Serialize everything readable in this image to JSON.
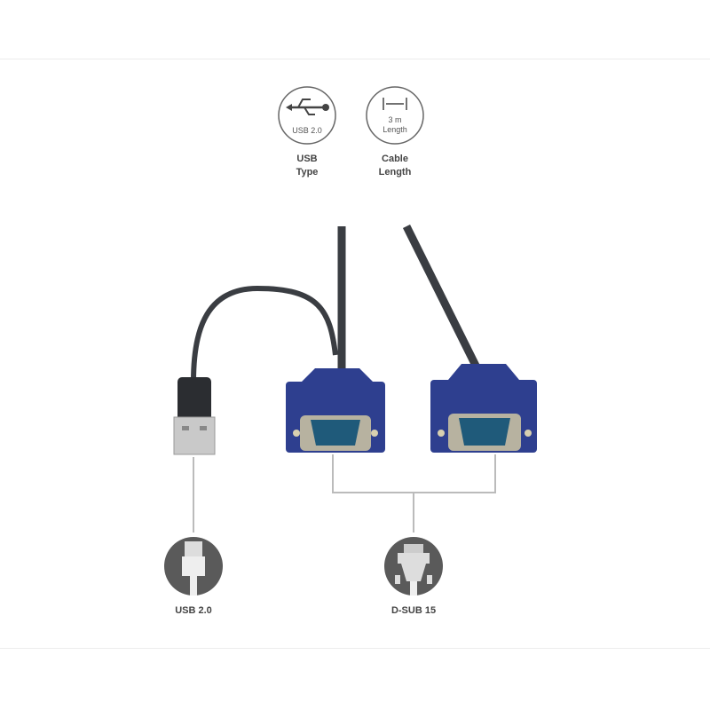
{
  "features": [
    {
      "icon": "usb-icon",
      "icon_text": "USB 2.0",
      "label_line1": "USB",
      "label_line2": "Type"
    },
    {
      "icon": "cable-length-icon",
      "icon_text_line1": "3 m",
      "icon_text_line2": "Length",
      "label_line1": "Cable",
      "label_line2": "Length"
    }
  ],
  "connectors": [
    {
      "icon": "usb-plug-icon",
      "label": "USB 2.0"
    },
    {
      "icon": "dsub-plug-icon",
      "label": "D-SUB 15"
    }
  ],
  "colors": {
    "connector_blue": "#2e3f8f",
    "cable": "#3a3d42",
    "icon_circle": "#5a5a5a"
  }
}
